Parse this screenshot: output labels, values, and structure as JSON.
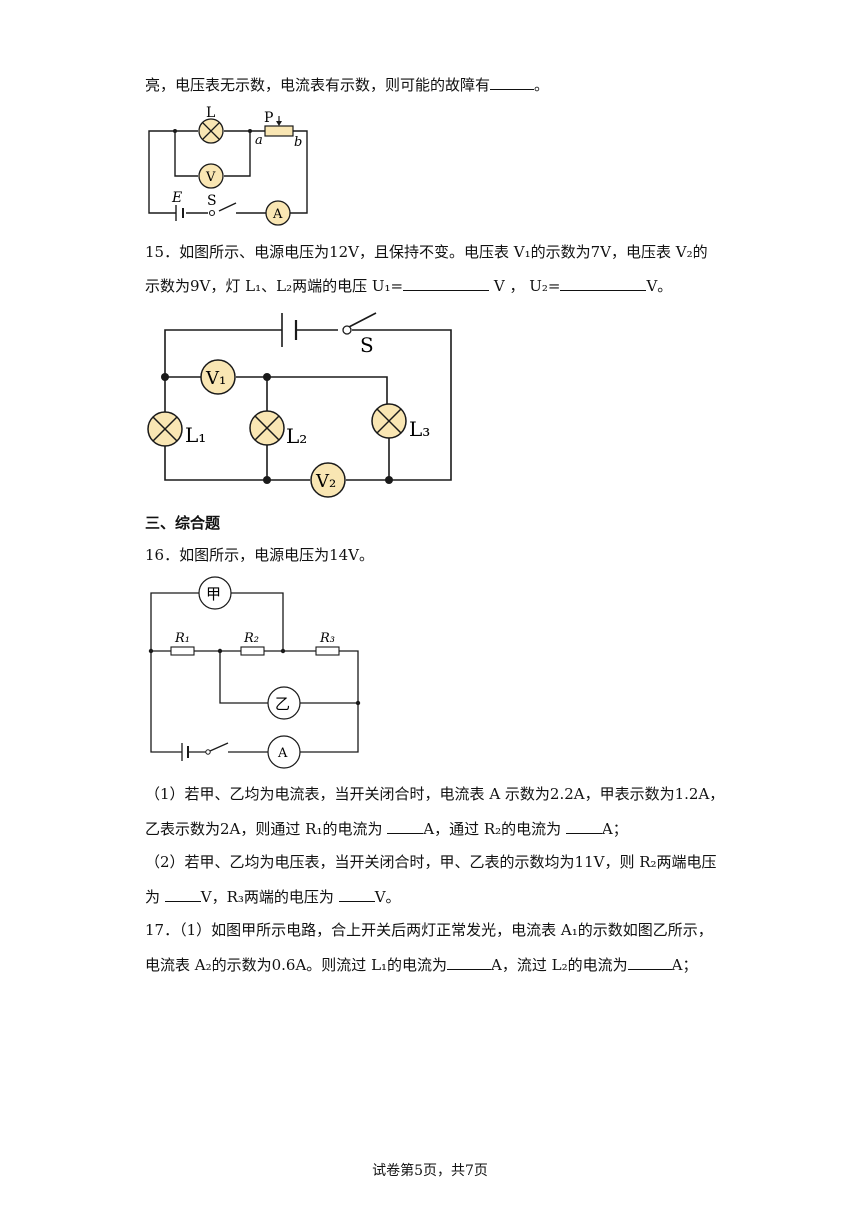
{
  "q14": {
    "text": "亮，电压表无示数，电流表有示数，则可能的故障有",
    "end": "。",
    "circuit": {
      "L": "L",
      "P": "P",
      "a": "a",
      "b": "b",
      "V": "V",
      "E": "E",
      "S": "S",
      "A": "A"
    }
  },
  "q15": {
    "line1": "15．如图所示、电源电压为12V，且保持不变。电压表 V₁的示数为7V，电压表 V₂的",
    "line2_a": "示数为9V，灯 L₁、L₂两端的电压 U₁=",
    "line2_b": " V ， U₂=",
    "line2_c": "V。",
    "circuit": {
      "S": "S",
      "V1": "V₁",
      "V2": "V₂",
      "L1": "L₁",
      "L2": "L₂",
      "L3": "L₃"
    }
  },
  "section3": {
    "title": "三、综合题"
  },
  "q16": {
    "intro": "16．如图所示，电源电压为14V。",
    "circuit": {
      "jia": "甲",
      "yi": "乙",
      "R1": "R₁",
      "R2": "R₂",
      "R3": "R₃",
      "A": "A"
    },
    "p1_line1": "（1）若甲、乙均为电流表，当开关闭合时，电流表 A 示数为2.2A，甲表示数为1.2A，",
    "p1_line2_a": "乙表示数为2A，则通过 R₁的电流为 ",
    "p1_line2_b": "A，通过 R₂的电流为 ",
    "p1_line2_c": "A；",
    "p2_line1": "（2）若甲、乙均为电压表，当开关闭合时，甲、乙表的示数均为11V，则 R₂两端电压",
    "p2_line2_a": "为 ",
    "p2_line2_b": "V，R₃两端的电压为 ",
    "p2_line2_c": "V。"
  },
  "q17": {
    "line1": "17．（1）如图甲所示电路，合上开关后两灯正常发光，电流表 A₁的示数如图乙所示，",
    "line2_a": "电流表 A₂的示数为0.6A。则流过 L₁的电流为",
    "line2_b": "A，流过 L₂的电流为",
    "line2_c": "A；"
  },
  "footer": {
    "page": "试卷第5页，共7页"
  },
  "colors": {
    "bulb_fill": "#f9e6b3",
    "line": "#1a1a1a"
  }
}
